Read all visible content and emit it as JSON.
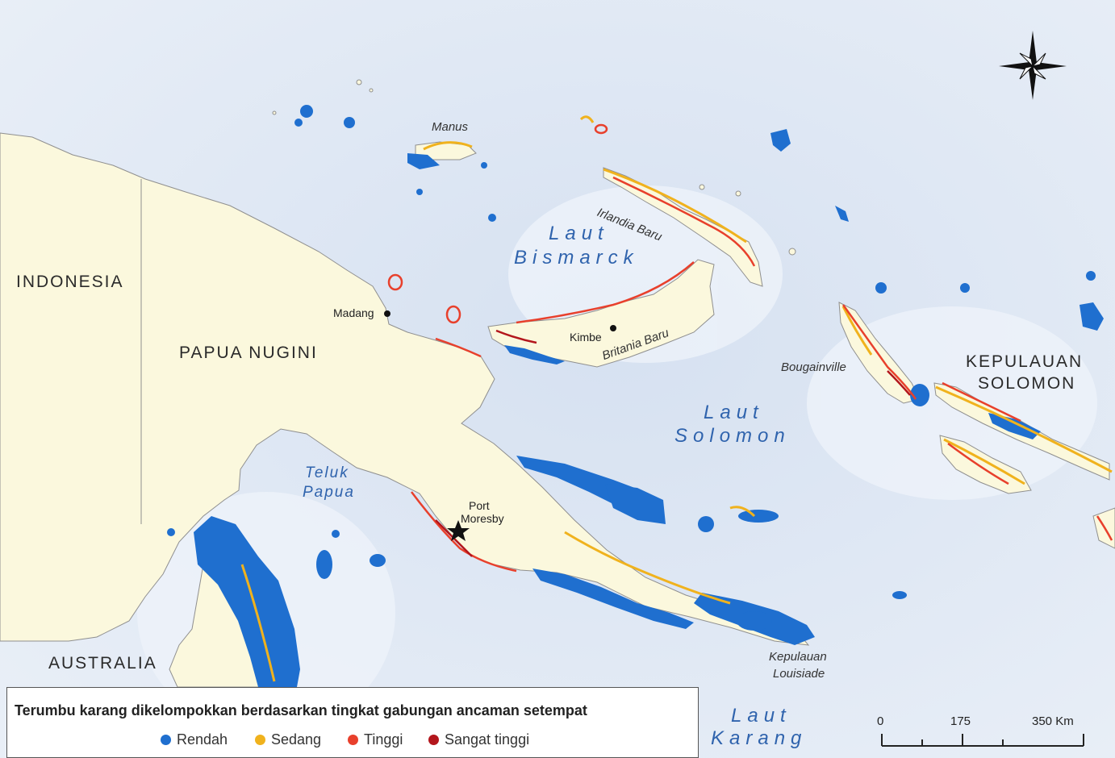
{
  "labels": {
    "indonesia": "INDONESIA",
    "papua_nugini": "PAPUA NUGINI",
    "australia": "AUSTRALIA",
    "kep_solomon_1": "KEPULAUAN",
    "kep_solomon_2": "SOLOMON",
    "laut_bismarck_1": "Laut",
    "laut_bismarck_2": "Bismarck",
    "laut_solomon_1": "Laut",
    "laut_solomon_2": "Solomon",
    "laut_karang_1": "Laut",
    "laut_karang_2": "Karang",
    "teluk_papua_1": "Teluk",
    "teluk_papua_2": "Papua",
    "manus": "Manus",
    "irlandia_baru": "Irlandia Baru",
    "britania_baru": "Britania Baru",
    "bougainville": "Bougainville",
    "kep_louisiade_1": "Kepulauan",
    "kep_louisiade_2": "Louisiade",
    "madang": "Madang",
    "kimbe": "Kimbe",
    "port_moresby_1": "Port",
    "port_moresby_2": "Moresby"
  },
  "legend": {
    "title": "Terumbu karang dikelompokkan berdasarkan tingkat gabungan ancaman setempat",
    "items": [
      {
        "label": "Rendah",
        "color": "#1f6fcf"
      },
      {
        "label": "Sedang",
        "color": "#f0b21d"
      },
      {
        "label": "Tinggi",
        "color": "#e8402c"
      },
      {
        "label": "Sangat tinggi",
        "color": "#b3161c"
      }
    ]
  },
  "scale": {
    "ticks": [
      "0",
      "175",
      "350 Km"
    ]
  },
  "colors": {
    "sea": "#dfe7f3",
    "land": "#fbf8dd",
    "coast": "#8f8f8f",
    "reef_low": "#1f6fcf",
    "reef_medium": "#f0b21d",
    "reef_high": "#e8402c",
    "reef_very_high": "#b3161c"
  },
  "icons": {
    "north_arrow": "compass-rose-icon",
    "capital": "star-icon",
    "city": "dot-icon"
  }
}
